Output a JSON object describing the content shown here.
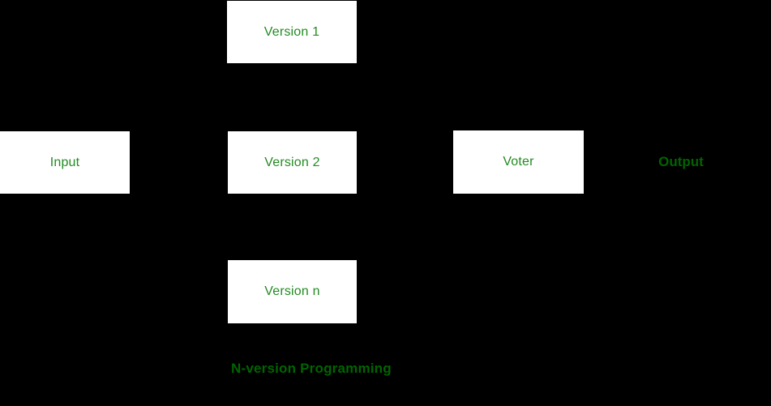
{
  "diagram": {
    "caption": "N-version Programming",
    "nodes": {
      "input": {
        "label": "Input"
      },
      "version1": {
        "label": "Version 1"
      },
      "version2": {
        "label": "Version 2"
      },
      "version_n": {
        "label": "Version n"
      },
      "voter": {
        "label": "Voter"
      },
      "output": {
        "label": "Output"
      }
    },
    "colors": {
      "background": "#000000",
      "box_fill": "#ffffff",
      "node_label_green": "#228B22",
      "bold_text_green": "#006400"
    }
  }
}
